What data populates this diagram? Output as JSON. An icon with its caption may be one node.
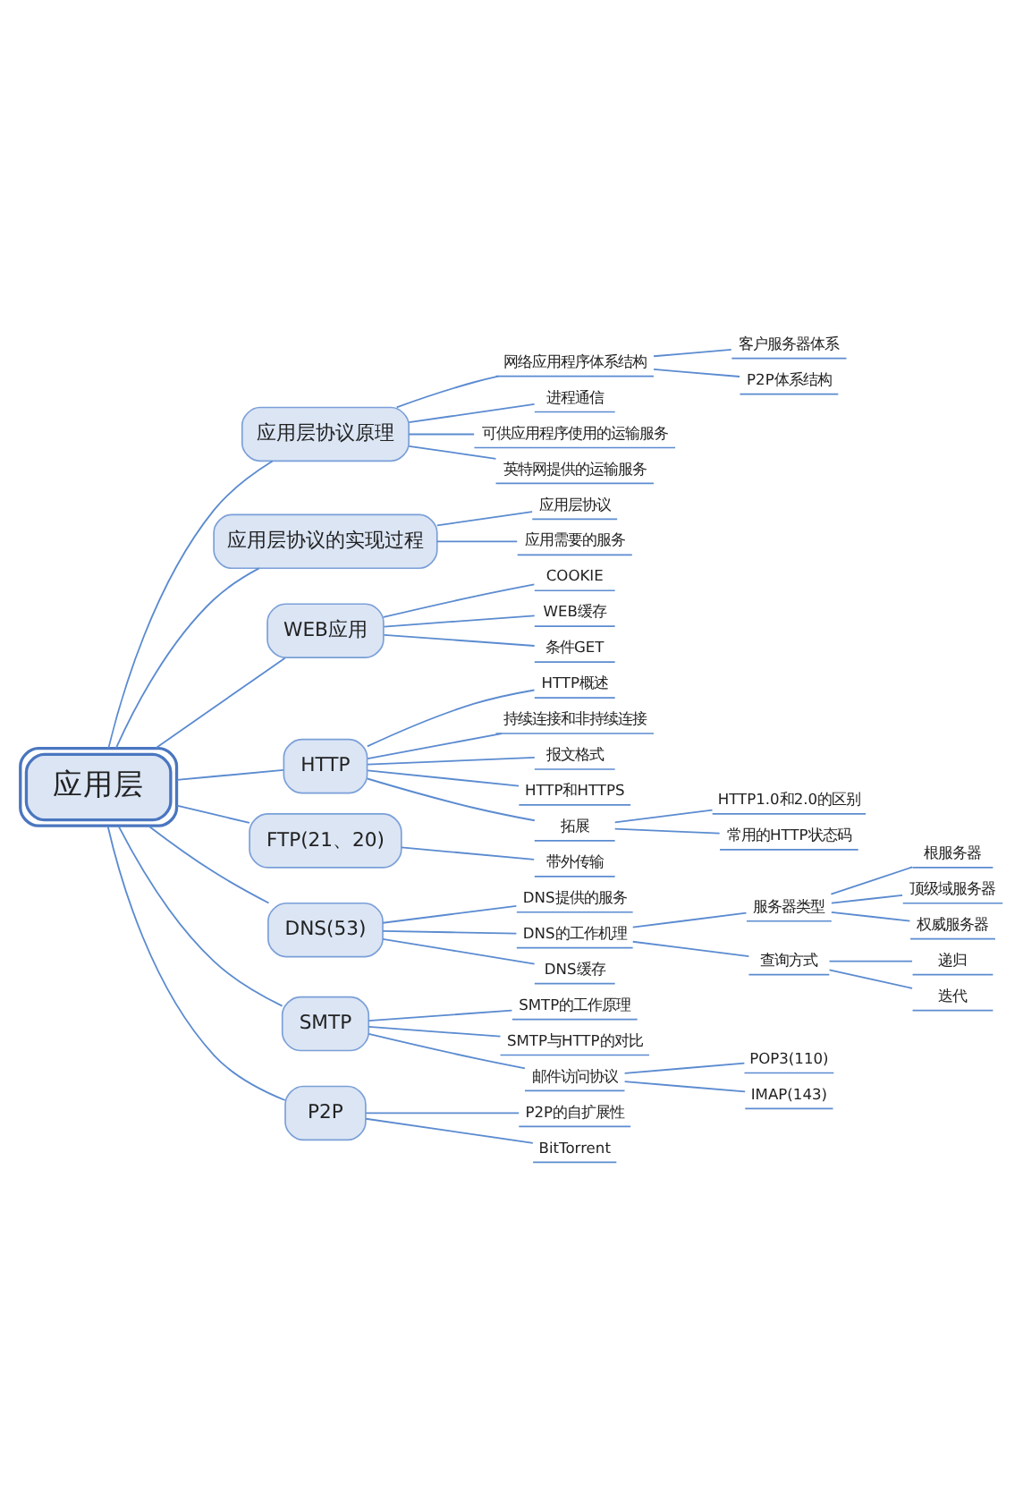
{
  "diagram": {
    "nodes": [
      {
        "text": [
          "应用层"
        ]
      },
      {
        "text": [
          "应用层协议原理"
        ]
      },
      {
        "text": [
          "网络应用程序体系结构"
        ]
      },
      {
        "text": [
          "客户服务器体系"
        ]
      },
      {
        "text": [
          "P2P体系结构"
        ]
      },
      {
        "text": [
          "进程通信"
        ]
      },
      {
        "text": [
          "可供应用程序使用的运输服务"
        ]
      },
      {
        "text": [
          "英特网提供的运输服务"
        ]
      },
      {
        "text": [
          "应用层协议的实现过程"
        ]
      },
      {
        "text": [
          "应用层协议"
        ]
      },
      {
        "text": [
          "应用需要的服务"
        ]
      },
      {
        "text": [
          "WEB应用"
        ]
      },
      {
        "text": [
          "COOKIE"
        ]
      },
      {
        "text": [
          "WEB缓存"
        ]
      },
      {
        "text": [
          "条件GET"
        ]
      },
      {
        "text": [
          "HTTP"
        ]
      },
      {
        "text": [
          "HTTP概述"
        ]
      },
      {
        "text": [
          "持续连接和非持续连接"
        ]
      },
      {
        "text": [
          "报文格式"
        ]
      },
      {
        "text": [
          "HTTP和HTTPS"
        ]
      },
      {
        "text": [
          "拓展"
        ]
      },
      {
        "text": [
          "HTTP1.0和2.0的区别"
        ]
      },
      {
        "text": [
          "常用的HTTP状态码"
        ]
      },
      {
        "text": [
          "FTP(21、20)"
        ]
      },
      {
        "text": [
          "带外传输"
        ]
      },
      {
        "text": [
          "DNS(53)"
        ]
      },
      {
        "text": [
          "DNS提供的服务"
        ]
      },
      {
        "text": [
          "DNS的工作机理"
        ]
      },
      {
        "text": [
          "服务器类型"
        ]
      },
      {
        "text": [
          "根服务器"
        ]
      },
      {
        "text": [
          "顶级域服务器"
        ]
      },
      {
        "text": [
          "权威服务器"
        ]
      },
      {
        "text": [
          "查询方式"
        ]
      },
      {
        "text": [
          "递归"
        ]
      },
      {
        "text": [
          "迭代"
        ]
      },
      {
        "text": [
          "DNS缓存"
        ]
      },
      {
        "text": [
          "SMTP"
        ]
      },
      {
        "text": [
          "SMTP的工作原理"
        ]
      },
      {
        "text": [
          "SMTP与HTTP的对比"
        ]
      },
      {
        "text": [
          "邮件访问协议"
        ]
      },
      {
        "text": [
          "POP3(110)"
        ]
      },
      {
        "text": [
          "IMAP(143)"
        ]
      },
      {
        "text": [
          "P2P"
        ]
      },
      {
        "text": [
          "P2P的自扩展性"
        ]
      },
      {
        "text": [
          "BitTorrent"
        ]
      }
    ],
    "edges": [
      {
        "from": 0,
        "to": 1,
        "arrow": "none"
      },
      {
        "from": 1,
        "to": 2,
        "arrow": "none"
      },
      {
        "from": 2,
        "to": 3,
        "arrow": "none"
      },
      {
        "from": 2,
        "to": 4,
        "arrow": "none"
      },
      {
        "from": 1,
        "to": 5,
        "arrow": "none"
      },
      {
        "from": 1,
        "to": 6,
        "arrow": "none"
      },
      {
        "from": 1,
        "to": 7,
        "arrow": "none"
      },
      {
        "from": 0,
        "to": 8,
        "arrow": "none"
      },
      {
        "from": 8,
        "to": 9,
        "arrow": "none"
      },
      {
        "from": 8,
        "to": 10,
        "arrow": "none"
      },
      {
        "from": 0,
        "to": 11,
        "arrow": "none"
      },
      {
        "from": 11,
        "to": 12,
        "arrow": "none"
      },
      {
        "from": 11,
        "to": 13,
        "arrow": "none"
      },
      {
        "from": 11,
        "to": 14,
        "arrow": "none"
      },
      {
        "from": 0,
        "to": 15,
        "arrow": "none"
      },
      {
        "from": 15,
        "to": 16,
        "arrow": "none"
      },
      {
        "from": 15,
        "to": 17,
        "arrow": "none"
      },
      {
        "from": 15,
        "to": 18,
        "arrow": "none"
      },
      {
        "from": 15,
        "to": 19,
        "arrow": "none"
      },
      {
        "from": 15,
        "to": 20,
        "arrow": "none"
      },
      {
        "from": 20,
        "to": 21,
        "arrow": "none"
      },
      {
        "from": 20,
        "to": 22,
        "arrow": "none"
      },
      {
        "from": 0,
        "to": 23,
        "arrow": "none"
      },
      {
        "from": 23,
        "to": 24,
        "arrow": "none"
      },
      {
        "from": 0,
        "to": 25,
        "arrow": "none"
      },
      {
        "from": 25,
        "to": 26,
        "arrow": "none"
      },
      {
        "from": 25,
        "to": 27,
        "arrow": "none"
      },
      {
        "from": 27,
        "to": 28,
        "arrow": "none"
      },
      {
        "from": 28,
        "to": 29,
        "arrow": "none"
      },
      {
        "from": 28,
        "to": 30,
        "arrow": "none"
      },
      {
        "from": 28,
        "to": 31,
        "arrow": "none"
      },
      {
        "from": 27,
        "to": 32,
        "arrow": "none"
      },
      {
        "from": 32,
        "to": 33,
        "arrow": "none"
      },
      {
        "from": 32,
        "to": 34,
        "arrow": "none"
      },
      {
        "from": 25,
        "to": 35,
        "arrow": "none"
      },
      {
        "from": 0,
        "to": 36,
        "arrow": "none"
      },
      {
        "from": 36,
        "to": 37,
        "arrow": "none"
      },
      {
        "from": 36,
        "to": 38,
        "arrow": "none"
      },
      {
        "from": 36,
        "to": 39,
        "arrow": "none"
      },
      {
        "from": 39,
        "to": 40,
        "arrow": "none"
      },
      {
        "from": 39,
        "to": 41,
        "arrow": "none"
      },
      {
        "from": 0,
        "to": 42,
        "arrow": "none"
      },
      {
        "from": 42,
        "to": 43,
        "arrow": "none"
      },
      {
        "from": 42,
        "to": 44,
        "arrow": "none"
      }
    ]
  }
}
